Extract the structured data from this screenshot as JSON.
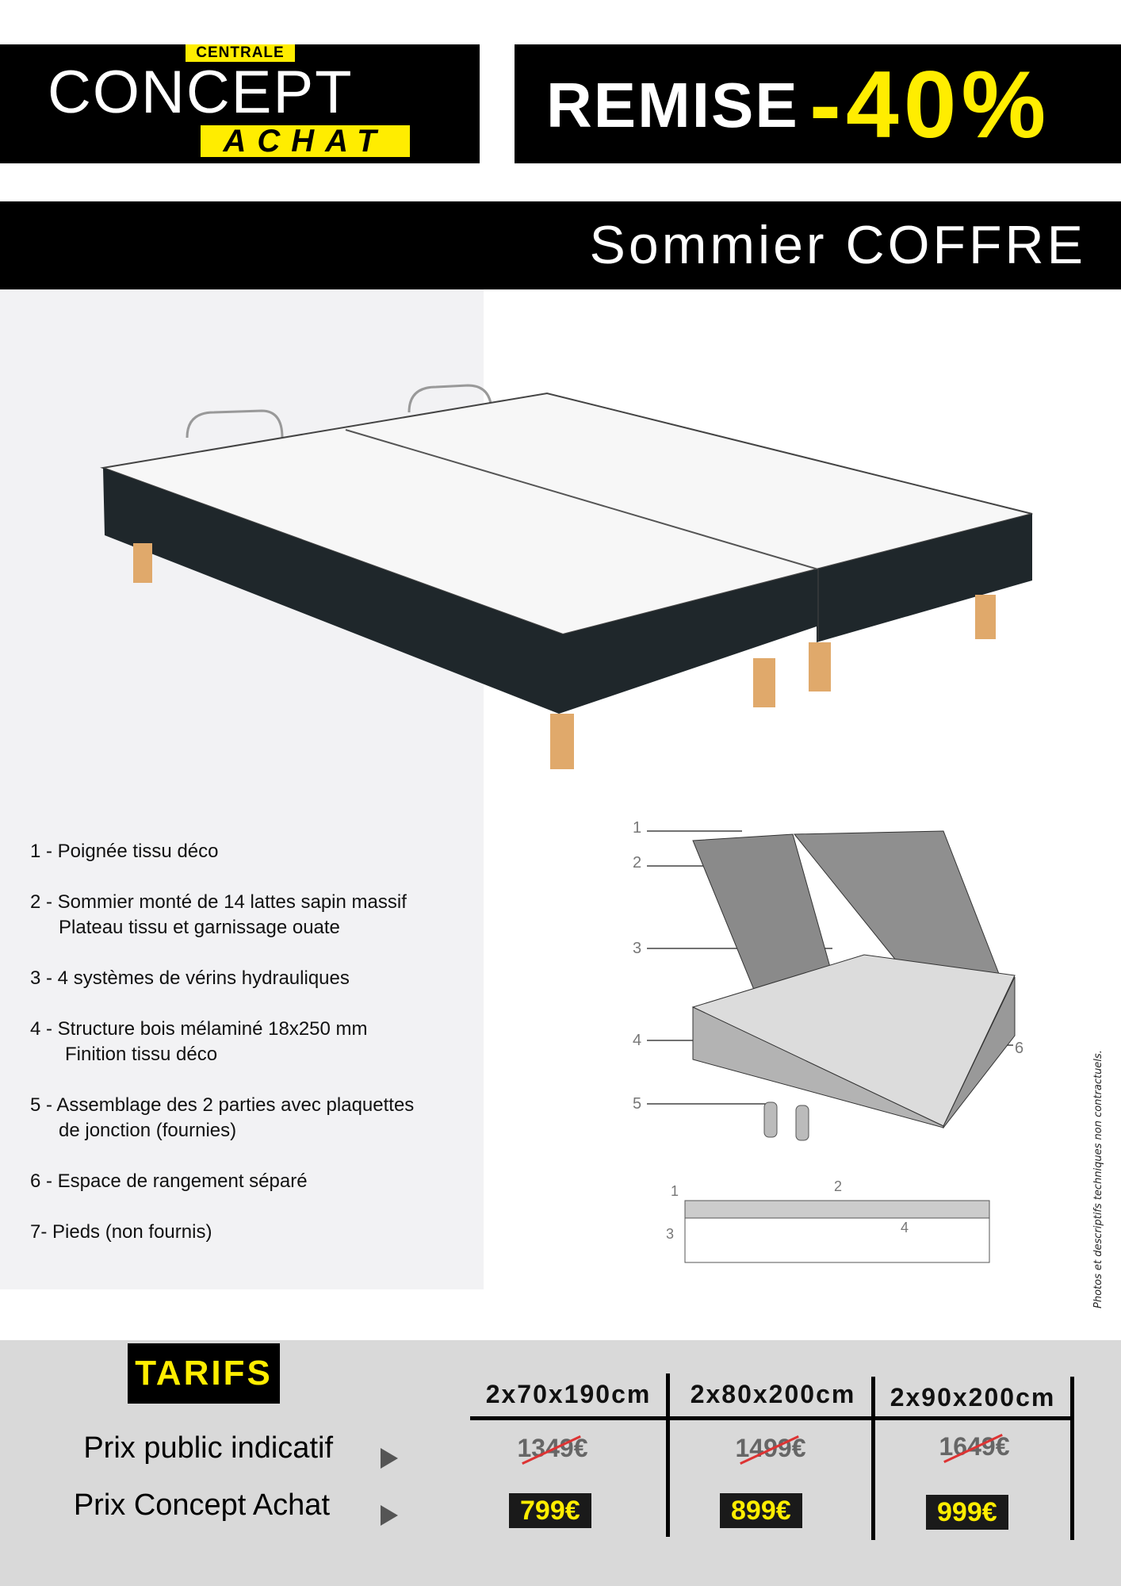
{
  "logo": {
    "top": "CENTRALE",
    "main": "CONCEPT",
    "bottom": "ACHAT"
  },
  "promo": {
    "label": "REMISE",
    "discount": "-40%"
  },
  "title": "Sommier COFFRE",
  "features": [
    {
      "line1": "1 - Poignée tissu déco"
    },
    {
      "line1": "2 - Sommier monté de 14 lattes sapin massif",
      "line2": "Plateau tissu et garnissage ouate"
    },
    {
      "line1": "3 - 4 systèmes de vérins hydrauliques"
    },
    {
      "line1": "4 - Structure bois mélaminé 18x250 mm",
      "line2": "Finition tissu déco"
    },
    {
      "line1": "5 - Assemblage des 2 parties avec plaquettes",
      "line2": "de jonction (fournies)"
    },
    {
      "line1": "6 - Espace de rangement séparé"
    },
    {
      "line1": "7- Pieds (non fournis)"
    }
  ],
  "diagram_labels": [
    "1",
    "2",
    "3",
    "4",
    "5",
    "6"
  ],
  "disclaimer": "Photos et descriptifs techniques non contractuels.",
  "tarifs": {
    "title": "TARIFS",
    "row_public": "Prix public indicatif",
    "row_concept": "Prix Concept Achat",
    "sizes": [
      "2x70x190cm",
      "2x80x200cm",
      "2x90x200cm"
    ],
    "public_prices": [
      "1349€",
      "1499€",
      "1649€"
    ],
    "concept_prices": [
      "799€",
      "899€",
      "999€"
    ]
  },
  "colors": {
    "accent": "#ffed00",
    "black": "#000000",
    "panel": "#f2f2f4",
    "tarifs_bg": "#d9d9d9"
  }
}
